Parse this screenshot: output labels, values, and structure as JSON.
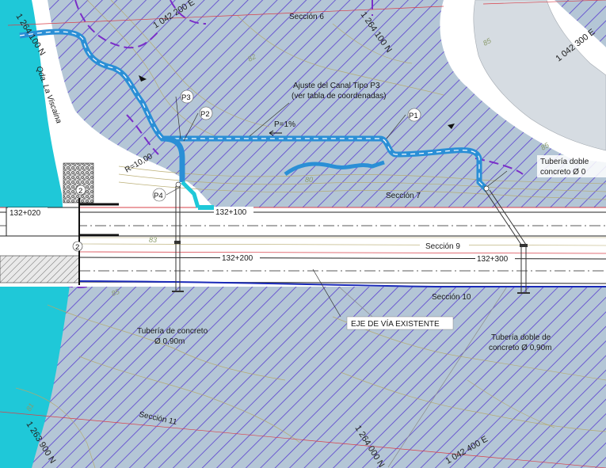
{
  "sections": {
    "s6": "Sección 6",
    "s7": "Sección 7",
    "s9": "Sección 9",
    "s10": "Sección 10",
    "s11": "Sección 11"
  },
  "coords": {
    "e_1042200": "1 042 200 E",
    "e_1042300": "1 042 300 E",
    "e_1042400": "1 042 400 E",
    "n_1264100": "1 264 100 N",
    "n_1264000": "1 264 000 N",
    "n_1263900": "1 263 900 N",
    "n_top_left": "1 264 100 N"
  },
  "stations": {
    "st_020": "132+020",
    "st_100": "132+100",
    "st_200": "132+200",
    "st_300": "132+300"
  },
  "points": {
    "p1": "P1",
    "p2": "P2",
    "p3": "P3",
    "p4": "P4",
    "n2a": "2",
    "n2b": "2"
  },
  "notes": {
    "canal_line1": "Ajuste del Canal Tipo P3",
    "canal_line2": "(ver tabla de coordenadas)",
    "slope": "P=1%",
    "radius": "R=10,00",
    "creek": "Qda. La Viscaina",
    "road_axis": "EJE DE VÍA EXISTENTE",
    "pipe_left_1": "Tubería de concreto",
    "pipe_left_2": "Ø 0,90m",
    "pipe_right_1": "Tubería doble de",
    "pipe_right_2": "concreto Ø 0,90m",
    "pipe_edge_1": "Tubería doble",
    "pipe_edge_2": "concreto Ø 0"
  },
  "contour_labels": {
    "c85a": "85",
    "c82": "82",
    "c85b": "85",
    "c85c": "85",
    "c80": "80",
    "c83": "83",
    "c81": "81"
  },
  "colors": {
    "water": "#1fc8d8",
    "area_fill": "#b4c6d6",
    "hatch": "#5a3fd0",
    "road_band": "#ffffff",
    "canal": "#2a8fd6",
    "contour": "#b5a86a"
  }
}
